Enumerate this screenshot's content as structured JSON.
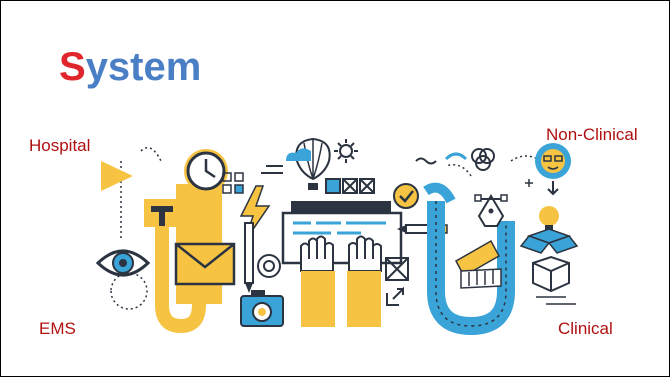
{
  "slide": {
    "title_first_letter": "S",
    "title_rest": "ystem",
    "labels": {
      "hospital": "Hospital",
      "non_clinical": "Non-Clinical",
      "ems": "EMS",
      "clinical": "Clinical"
    }
  },
  "colors": {
    "title_accent": "#e0262c",
    "title_main": "#4a7fc6",
    "label_text": "#b01010",
    "yellow": "#f6c343",
    "blue": "#3aa3d8",
    "dark_navy": "#2b3440"
  },
  "icons": [
    "eye-icon",
    "clock-icon",
    "envelope-icon",
    "camera-icon",
    "hot-air-balloon-icon",
    "sun-icon",
    "hands-keyboard-icon",
    "laptop-icon",
    "checkmark-icon",
    "pencil-icon",
    "color-swatch-icon",
    "pen-tool-icon",
    "lightbulb-icon",
    "box-icon",
    "person-avatar-icon",
    "venn-icon",
    "lightning-icon",
    "target-icon"
  ]
}
